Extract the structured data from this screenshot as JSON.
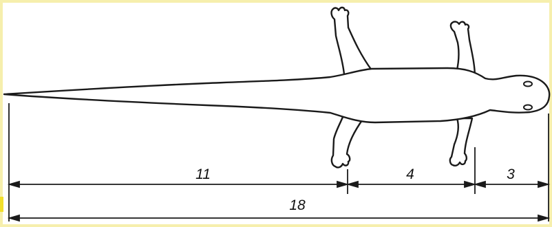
{
  "colors": {
    "frame": "#f6efad",
    "background": "#ffffff",
    "ink": "#1a1a1a",
    "corner_mark": "#f2df2b"
  },
  "figure": {
    "subject": "salamander-top-view-outline",
    "measurements": {
      "tail": "11",
      "body": "4",
      "head": "3",
      "total": "18"
    }
  }
}
